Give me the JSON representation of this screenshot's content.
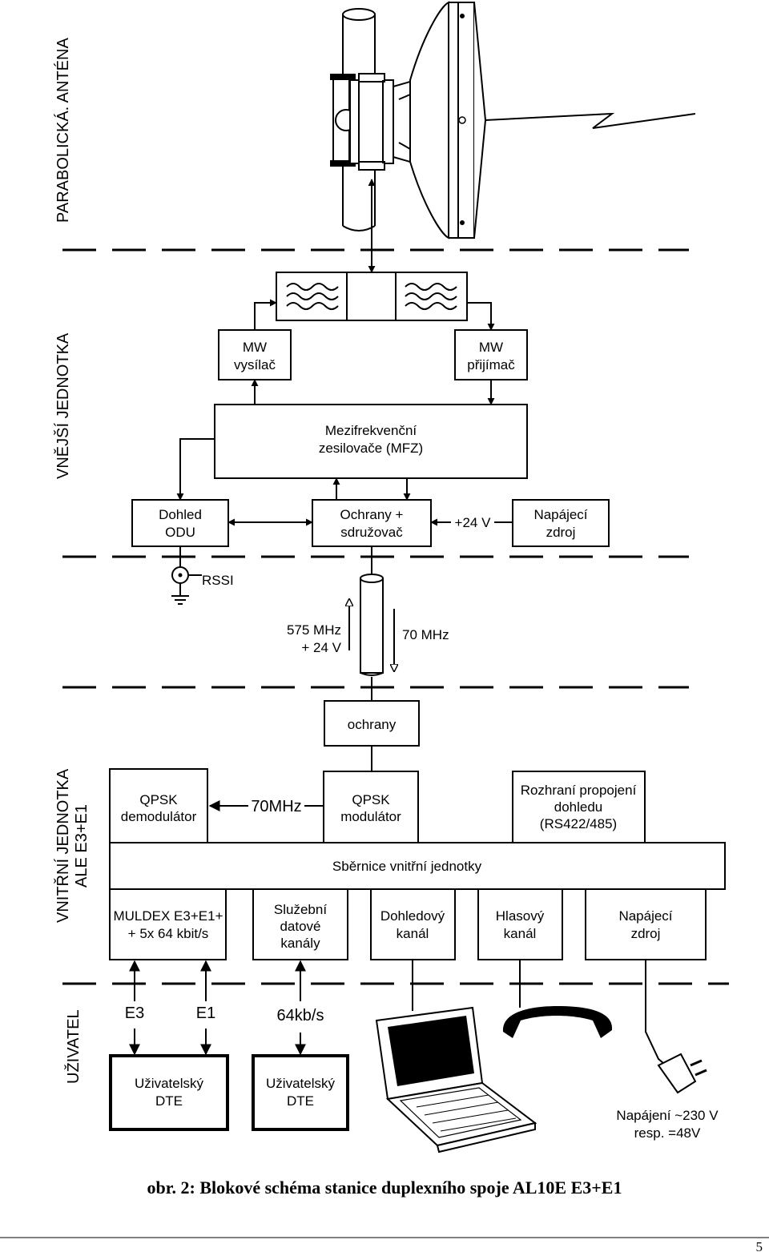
{
  "zones": {
    "antenna": "PARABOLICKÁ. ANTÉNA",
    "outdoor": "VNĚJŠÍ JEDNOTKA",
    "indoor_line1": "VNITŘNÍ JEDNOTKA",
    "indoor_line2": "ALE E3+E1",
    "user": "UŽIVATEL"
  },
  "outdoor": {
    "mw_tx": [
      "MW",
      "vysílač"
    ],
    "mw_rx": [
      "MW",
      "přijímač"
    ],
    "if_amp": [
      "Mezifrekvenční",
      "zesilovače (MFZ)"
    ],
    "odu_monitor": [
      "Dohled",
      "ODU"
    ],
    "protect_combiner": [
      "Ochrany +",
      "sdružovač"
    ],
    "voltage": "+24 V",
    "power": [
      "Napájecí",
      "zdroj"
    ]
  },
  "cable": {
    "rssi": "RSSI",
    "up": [
      "575 MHz",
      "+ 24 V"
    ],
    "down": "70 MHz"
  },
  "indoor": {
    "protections": "ochrany",
    "demod": [
      "QPSK",
      "demodulátor"
    ],
    "freq": "70MHz",
    "mod": [
      "QPSK",
      "modulátor"
    ],
    "iface": [
      "Rozhraní propojení",
      "dohledu",
      "(RS422/485)"
    ],
    "bus": "Sběrnice vnitřní jednotky",
    "muldex": [
      "MULDEX E3+E1+",
      "+ 5x 64 kbit/s"
    ],
    "service": [
      "Služební",
      "datové",
      "kanály"
    ],
    "monitor_ch": [
      "Dohledový",
      "kanál"
    ],
    "voice_ch": [
      "Hlasový",
      "kanál"
    ],
    "power": [
      "Napájecí",
      "zdroj"
    ]
  },
  "user": {
    "e3": "E3",
    "e1": "E1",
    "rate": "64kb/s",
    "dte1": [
      "Uživatelský",
      "DTE"
    ],
    "dte2": [
      "Uživatelský",
      "DTE"
    ],
    "mains": [
      "Napájení ~230 V",
      "resp.  =48V"
    ]
  },
  "caption": "obr. 2: Blokové schéma stanice duplexního spoje AL10E E3+E1",
  "page_number": "5"
}
